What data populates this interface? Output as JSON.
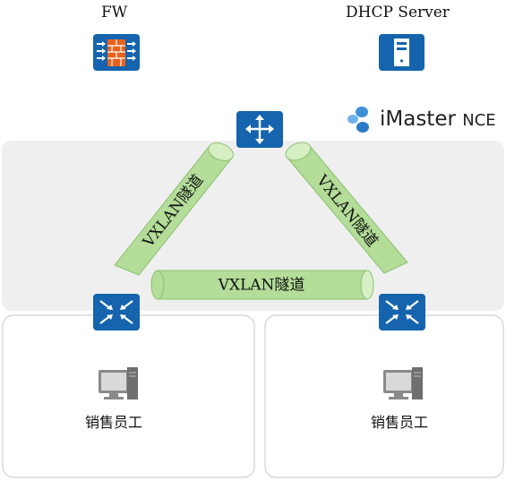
{
  "devices": {
    "fw": {
      "label": "FW",
      "icon": "firewall-icon"
    },
    "dhcp": {
      "label": "DHCP Server",
      "icon": "server-icon"
    },
    "controller": {
      "icon": "router-icon"
    },
    "switch_left": {
      "icon": "switch-icon"
    },
    "switch_right": {
      "icon": "switch-icon"
    },
    "pc_left": {
      "label": "销售员工",
      "icon": "pc-icon"
    },
    "pc_right": {
      "label": "销售员工",
      "icon": "pc-icon"
    }
  },
  "brand": {
    "name": "iMaster",
    "suffix": "NCE",
    "icon": "imaster-logo-icon"
  },
  "tunnels": [
    {
      "label": "VXLAN隧道"
    },
    {
      "label": "VXLAN隧道"
    },
    {
      "label": "VXLAN隧道"
    }
  ],
  "colors": {
    "icon_blue": "#1564ad",
    "firewall_orange": "#e8621c",
    "tunnel_green": "#b3dd98",
    "tunnel_edge": "#8fbf72",
    "zone_gray": "#efefef"
  }
}
